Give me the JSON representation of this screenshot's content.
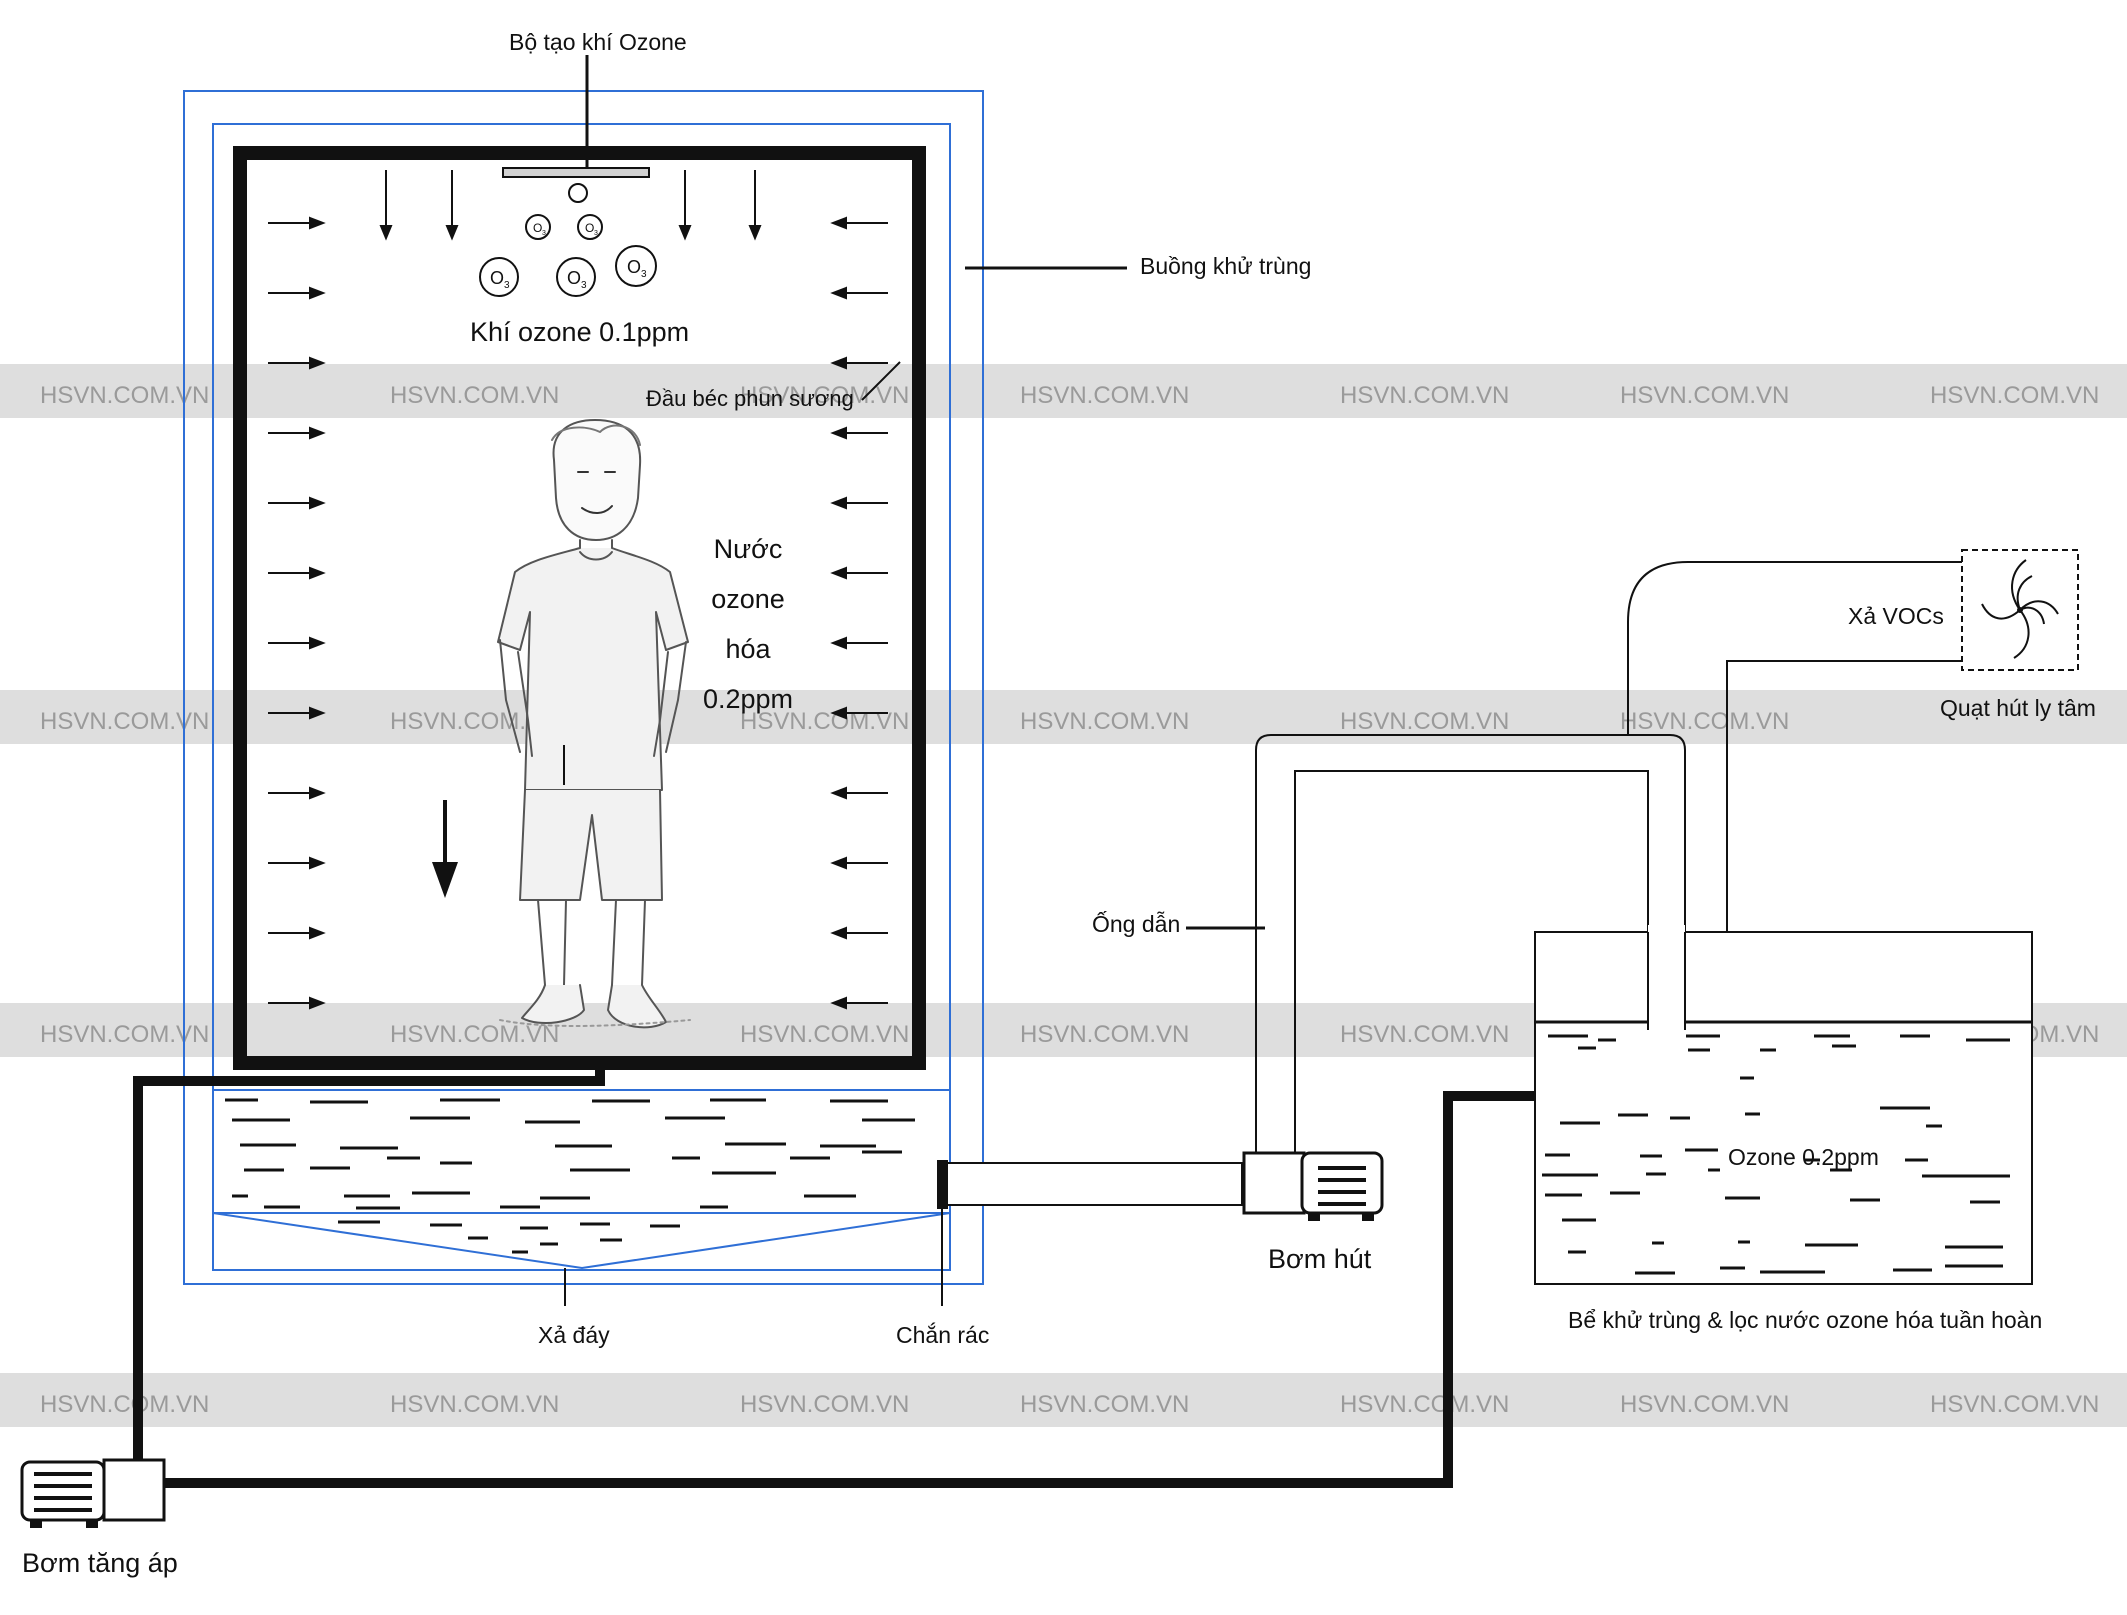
{
  "labels": {
    "ozone_generator": "Bộ tạo khí Ozone",
    "chamber": "Buồng khử trùng",
    "ozone_gas": "Khí ozone 0.1ppm",
    "mist_nozzle": "Đầu béc phun sương",
    "ozonated_water": [
      "Nước",
      "ozone",
      "hóa",
      "0.2ppm"
    ],
    "vocs_exhaust": "Xả VOCs",
    "centrifugal_fan": "Quạt hút ly tâm",
    "pipe": "Ống dẫn",
    "suction_pump": "Bơm hút",
    "tank_ozone": "Ozone 0.2ppm",
    "bottom_drain": "Xả đáy",
    "trash_screen": "Chắn rác",
    "tank": "Bể khử trùng & lọc nước ozone hóa tuần hoàn",
    "booster_pump": "Bơm tăng áp"
  },
  "o3_symbol": "O",
  "o3_subscript": "3",
  "watermark": "HSVN.COM.VN",
  "colors": {
    "frame_blue": "#2f6fd6",
    "stroke": "#111111",
    "watermark_band": "#dedede",
    "watermark_text": "#9a9a9a"
  }
}
